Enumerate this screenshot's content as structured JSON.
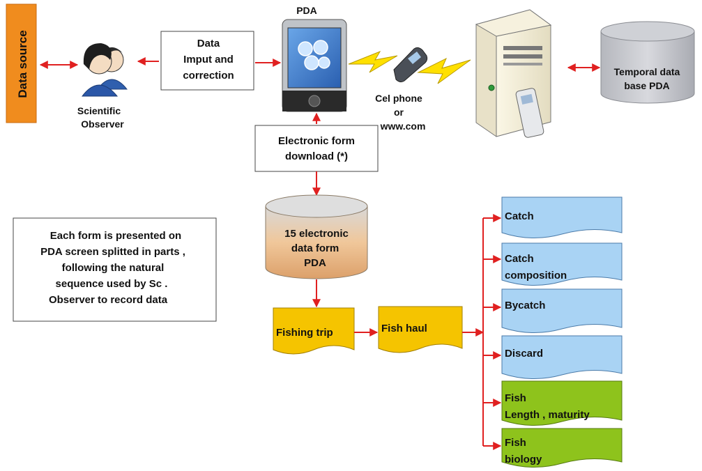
{
  "data_source": {
    "label": "Data source"
  },
  "observer": {
    "line1": "Scientific",
    "line2": "Observer"
  },
  "data_input_box": {
    "line1": "Data",
    "line2": "Imput and",
    "line3": "correction"
  },
  "pda": {
    "label": "PDA"
  },
  "phone": {
    "line1": "Cel phone",
    "line2": "or",
    "line3": "www.com"
  },
  "temporal_db": {
    "line1": "Temporal data",
    "line2": "base PDA"
  },
  "download_box": {
    "line1": "Electronic form",
    "line2": "download (*)"
  },
  "forms_db": {
    "line1": "15 electronic",
    "line2": "data form",
    "line3": "PDA"
  },
  "note": {
    "line1": "Each form is presented on",
    "line2": "PDA screen splitted in parts ,",
    "line3": "following the natural",
    "line4": "sequence used by Sc .",
    "line5": "Observer to record data"
  },
  "fishing_trip": {
    "label": "Fishing trip"
  },
  "fish_haul": {
    "label": "Fish haul"
  },
  "forms": [
    {
      "line1": "Catch",
      "line2": ""
    },
    {
      "line1": "Catch",
      "line2": "composition"
    },
    {
      "line1": "Bycatch",
      "line2": ""
    },
    {
      "line1": "Discard",
      "line2": ""
    },
    {
      "line1": "Fish",
      "line2": "Length , maturity"
    },
    {
      "line1": "Fish",
      "line2": "biology"
    }
  ],
  "colors": {
    "data_source_fill": "#f08c1e",
    "doc_yellow": "#f5c400",
    "doc_blue": "#a9d3f4",
    "doc_green": "#8ec31c",
    "cylinder_orange": "#f0c79a",
    "cylinder_gray": "#c2c4ca",
    "arrow_red": "#e02020",
    "connector_gray": "#9a9a9a"
  }
}
